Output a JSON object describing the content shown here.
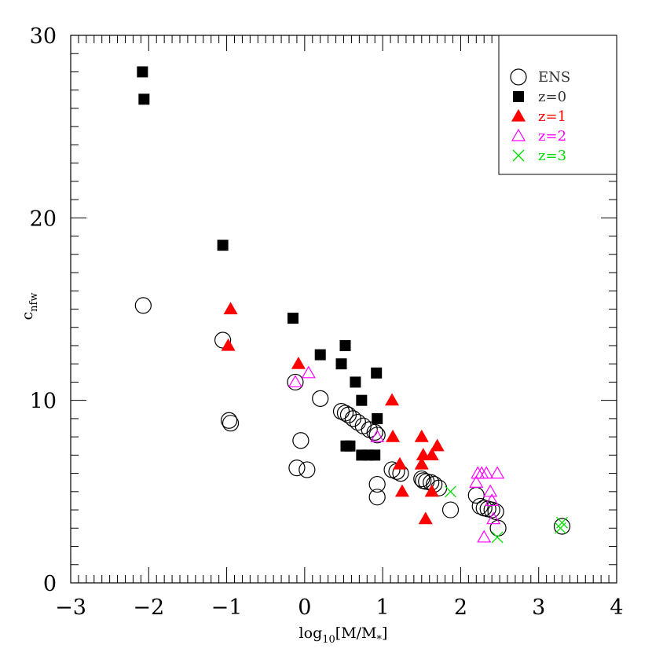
{
  "chart_data": {
    "type": "scatter",
    "xlabel": {
      "main": "log",
      "sub": "10",
      "rest": "[M/M",
      "sub2": "*",
      "end": "]"
    },
    "ylabel": {
      "main": "c",
      "sub": "nfw"
    },
    "xlim": [
      -3,
      4
    ],
    "ylim": [
      0,
      30
    ],
    "x_ticks": [
      -3,
      -2,
      -1,
      0,
      1,
      2,
      3,
      4
    ],
    "x_tick_labels": [
      "−3",
      "−2",
      "−1",
      "0",
      "1",
      "2",
      "3",
      "4"
    ],
    "y_ticks": [
      0,
      10,
      20,
      30
    ],
    "y_tick_labels": [
      "0",
      "10",
      "20",
      "30"
    ],
    "legend_position": "top-right",
    "series": [
      {
        "name": "ENS",
        "marker": "open-circle",
        "color": "#000000",
        "points": [
          [
            -2.07,
            15.2
          ],
          [
            -1.05,
            13.3
          ],
          [
            -0.97,
            8.9
          ],
          [
            -0.95,
            8.75
          ],
          [
            -0.12,
            11.0
          ],
          [
            -0.1,
            6.3
          ],
          [
            -0.05,
            7.8
          ],
          [
            0.03,
            6.2
          ],
          [
            0.2,
            10.1
          ],
          [
            0.47,
            9.4
          ],
          [
            0.52,
            9.3
          ],
          [
            0.56,
            9.2
          ],
          [
            0.62,
            9.0
          ],
          [
            0.68,
            8.8
          ],
          [
            0.75,
            8.6
          ],
          [
            0.83,
            8.4
          ],
          [
            0.9,
            8.25
          ],
          [
            0.93,
            8.1
          ],
          [
            0.93,
            5.4
          ],
          [
            0.93,
            4.7
          ],
          [
            1.12,
            6.2
          ],
          [
            1.18,
            6.1
          ],
          [
            1.23,
            6.0
          ],
          [
            1.5,
            5.7
          ],
          [
            1.52,
            5.6
          ],
          [
            1.56,
            5.55
          ],
          [
            1.62,
            5.5
          ],
          [
            1.66,
            5.4
          ],
          [
            1.72,
            5.2
          ],
          [
            1.87,
            4.0
          ],
          [
            2.2,
            4.8
          ],
          [
            2.25,
            4.2
          ],
          [
            2.3,
            4.1
          ],
          [
            2.35,
            4.05
          ],
          [
            2.4,
            4.0
          ],
          [
            2.45,
            3.9
          ],
          [
            2.48,
            3.0
          ],
          [
            3.3,
            3.1
          ]
        ]
      },
      {
        "name": "z=0",
        "marker": "filled-square",
        "color": "#000000",
        "points": [
          [
            -2.08,
            28.0
          ],
          [
            -2.06,
            26.5
          ],
          [
            -1.05,
            18.5
          ],
          [
            -0.15,
            14.5
          ],
          [
            0.2,
            12.5
          ],
          [
            0.47,
            12.0
          ],
          [
            0.52,
            13.0
          ],
          [
            0.65,
            11.0
          ],
          [
            0.73,
            10.0
          ],
          [
            0.92,
            11.5
          ],
          [
            0.93,
            9.0
          ],
          [
            0.53,
            7.5
          ],
          [
            0.58,
            7.5
          ],
          [
            0.73,
            7.0
          ],
          [
            0.82,
            7.0
          ],
          [
            0.9,
            7.0
          ]
        ]
      },
      {
        "name": "z=1",
        "marker": "filled-triangle",
        "color": "#ff0000",
        "points": [
          [
            -0.95,
            15.0
          ],
          [
            -0.98,
            13.0
          ],
          [
            -0.08,
            12.0
          ],
          [
            1.12,
            10.0
          ],
          [
            1.13,
            8.0
          ],
          [
            1.5,
            8.0
          ],
          [
            1.7,
            7.5
          ],
          [
            1.52,
            7.0
          ],
          [
            1.63,
            7.0
          ],
          [
            1.22,
            6.5
          ],
          [
            1.5,
            6.5
          ],
          [
            1.25,
            5.0
          ],
          [
            1.63,
            5.0
          ],
          [
            1.55,
            3.5
          ]
        ]
      },
      {
        "name": "z=2",
        "marker": "open-triangle",
        "color": "#ff00ff",
        "points": [
          [
            -0.12,
            11.0
          ],
          [
            0.05,
            11.5
          ],
          [
            0.93,
            8.0
          ],
          [
            2.22,
            6.0
          ],
          [
            2.27,
            6.0
          ],
          [
            2.33,
            6.0
          ],
          [
            2.47,
            6.0
          ],
          [
            2.2,
            5.5
          ],
          [
            2.38,
            5.0
          ],
          [
            2.4,
            4.5
          ],
          [
            2.42,
            3.5
          ],
          [
            2.3,
            2.5
          ]
        ]
      },
      {
        "name": "z=3",
        "marker": "cross",
        "color": "#00dd00",
        "points": [
          [
            1.87,
            5.0
          ],
          [
            2.47,
            2.5
          ],
          [
            3.28,
            3.0
          ],
          [
            3.3,
            3.3
          ]
        ]
      }
    ]
  }
}
